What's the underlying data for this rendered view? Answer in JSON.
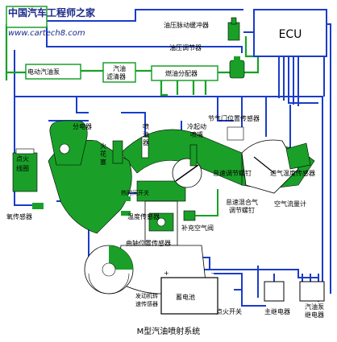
{
  "watermark": {
    "cn": "中国汽车工程师之家",
    "url": "www.cartech8.com"
  },
  "top_left_box": "ECU",
  "title": "M型汽油喷射系统",
  "labels": {
    "pulse_damper": "油压脉动缓冲器",
    "ecu": "ECU",
    "pressure_regulator": "油压调节器",
    "fuel_pump": "电动汽油泵",
    "fuel_filter_1": "汽油",
    "fuel_filter_2": "滤清器",
    "fuel_rail": "燃油分配器",
    "distributor": "分电器",
    "ignition_coil_1": "点火",
    "ignition_coil_2": "线圈",
    "spark_plug_1": "火",
    "spark_plug_2": "花",
    "spark_plug_3": "塞",
    "injector_1": "喷",
    "injector_2": "油",
    "injector_3": "器",
    "cold_start_1": "冷起动",
    "cold_start_2": "喷嘴",
    "throttle_sensor": "节气门位置传感器",
    "idle_screw": "怠速调节螺钉",
    "intake_temp": "进气温度传感器",
    "thermo_switch": "热时间开关",
    "mixture_screw_1": "怠速混合气",
    "mixture_screw_2": "调节螺钉",
    "airflow_meter": "空气流量计",
    "o2_sensor": "氧传感器",
    "coolant_temp": "温度传感器",
    "aux_air_valve": "补充空气阀",
    "crank_sensor": "曲轴位置传感器",
    "engine_speed_1": "发动机转",
    "engine_speed_2": "速传感器",
    "battery": "蓄电池",
    "ignition_switch": "点火开关",
    "main_relay": "主继电器",
    "pump_relay_1": "汽油泵",
    "pump_relay_2": "继电器",
    "plus": "+",
    "minus": "-"
  }
}
